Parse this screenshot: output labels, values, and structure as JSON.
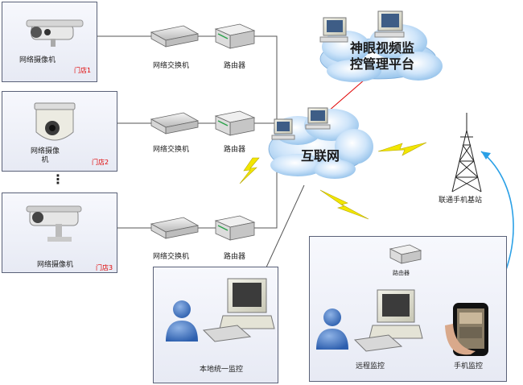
{
  "stores": [
    {
      "camera_label": "网络摄像机",
      "store_tag": "门店1",
      "switch_label": "网络交换机",
      "router_label": "路由器"
    },
    {
      "camera_label": "网络摄像\n机",
      "store_tag": "门店2",
      "switch_label": "网络交换机",
      "router_label": "路由器"
    },
    {
      "camera_label": "网络摄像机",
      "store_tag": "门店3",
      "switch_label": "网络交换机",
      "router_label": "路由器"
    }
  ],
  "ellipsis": "⋮",
  "platform": {
    "line1": "神眼视频监",
    "line2": "控管理平台"
  },
  "internet": {
    "label": "互联网"
  },
  "base_station": {
    "label": "联通手机基站"
  },
  "local_monitor": {
    "label": "本地统一监控"
  },
  "remote_monitor": {
    "label": "远程监控",
    "router_label": "路由器"
  },
  "mobile_monitor": {
    "label": "手机监控"
  },
  "colors": {
    "panel_border": "#5a6178",
    "cloud": "#b9d8f5",
    "lightning": "#f2e600",
    "store_tag": "#e00000",
    "red_link": "#e00000",
    "blue_arrow": "#2aa0e6"
  }
}
